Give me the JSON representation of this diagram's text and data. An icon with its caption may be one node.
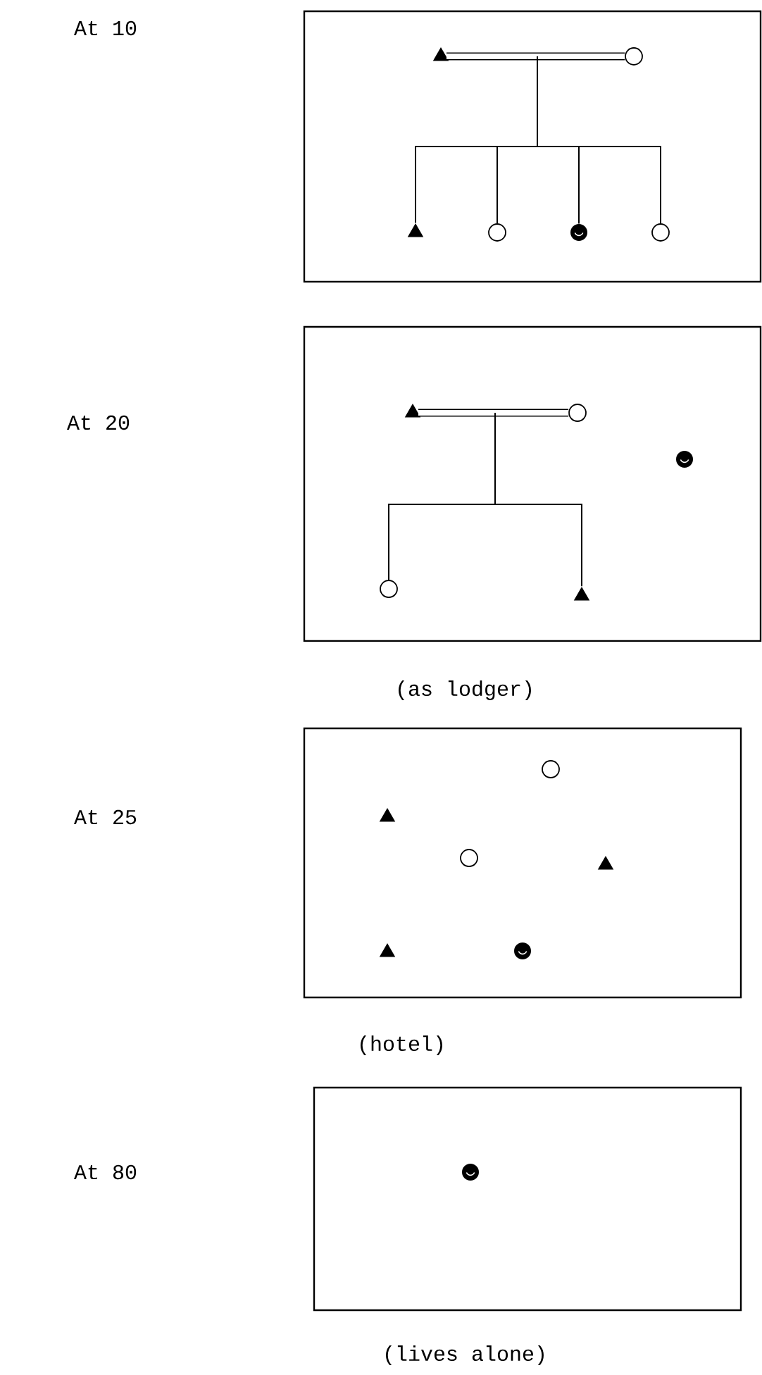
{
  "diagram": {
    "nodes": [
      {
        "text": [],
        "shape": "box"
      },
      {
        "text": [],
        "shape": "triangle",
        "in": 0
      },
      {
        "text": [],
        "shape": "circle",
        "in": 0
      },
      {
        "text": [],
        "shape": "triangle",
        "in": 0
      },
      {
        "text": [],
        "shape": "circle",
        "in": 0
      },
      {
        "text": [],
        "shape": "smiley",
        "in": 0
      },
      {
        "text": [],
        "shape": "circle",
        "in": 0
      },
      {
        "text": [],
        "shape": "box",
        "beside": [
          "(as lodger)"
        ]
      },
      {
        "text": [],
        "shape": "triangle",
        "in": 7
      },
      {
        "text": [],
        "shape": "circle",
        "in": 7
      },
      {
        "text": [],
        "shape": "smiley",
        "in": 7
      },
      {
        "text": [],
        "shape": "circle",
        "in": 7
      },
      {
        "text": [],
        "shape": "triangle",
        "in": 7
      },
      {
        "text": [],
        "shape": "box",
        "beside": [
          "(hotel)"
        ]
      },
      {
        "text": [],
        "shape": "circle",
        "in": 13
      },
      {
        "text": [],
        "shape": "triangle",
        "in": 13
      },
      {
        "text": [],
        "shape": "circle",
        "in": 13
      },
      {
        "text": [],
        "shape": "triangle",
        "in": 13
      },
      {
        "text": [],
        "shape": "triangle",
        "in": 13
      },
      {
        "text": [],
        "shape": "smiley",
        "in": 13
      },
      {
        "text": [],
        "shape": "box",
        "beside": [
          "(lives alone)"
        ]
      },
      {
        "text": [],
        "shape": "smiley",
        "in": 20
      }
    ],
    "edges": [
      {
        "from": 1,
        "to": 2,
        "arrow": "none",
        "style": "thick"
      },
      {
        "from": null,
        "to": 3,
        "arrow": "none"
      },
      {
        "from": null,
        "to": 4,
        "arrow": "none"
      },
      {
        "from": null,
        "to": 5,
        "arrow": "none"
      },
      {
        "from": null,
        "to": 6,
        "arrow": "none"
      },
      {
        "from": 8,
        "to": 9,
        "arrow": "none",
        "style": "thick"
      },
      {
        "from": null,
        "to": 11,
        "arrow": "none"
      },
      {
        "from": null,
        "to": 12,
        "arrow": "none"
      }
    ],
    "labels": [
      "At 10",
      "At 20",
      "At 25",
      "At 80"
    ]
  }
}
